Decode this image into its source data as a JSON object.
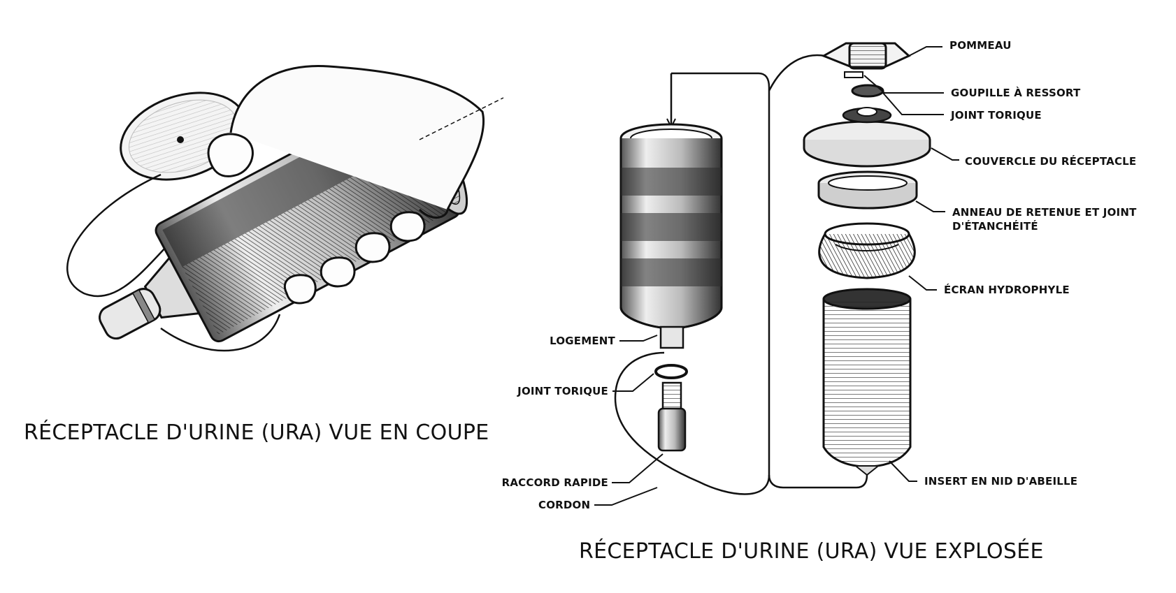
{
  "captions": {
    "cutaway": "RÉCEPTACLE D'URINE (URA) VUE EN COUPE",
    "exploded": "RÉCEPTACLE D'URINE (URA) VUE EXPLOSÉE"
  },
  "labels": {
    "knob": "POMMEAU",
    "spring_pin": "GOUPILLE À RESSORT",
    "o_ring_top": "JOINT TORIQUE",
    "lid": "COUVERCLE DU RÉCEPTACLE",
    "retaining_ring": "ANNEAU DE RETENUE ET JOINT D'ÉTANCHÉITÉ",
    "screen": "ÉCRAN HYDROPHYLE",
    "honeycomb": "INSERT EN NID D'ABEILLE",
    "housing": "LOGEMENT",
    "o_ring_bottom": "JOINT TORIQUE",
    "quick_connect": "RACCORD RAPIDE",
    "lanyard": "CORDON"
  }
}
